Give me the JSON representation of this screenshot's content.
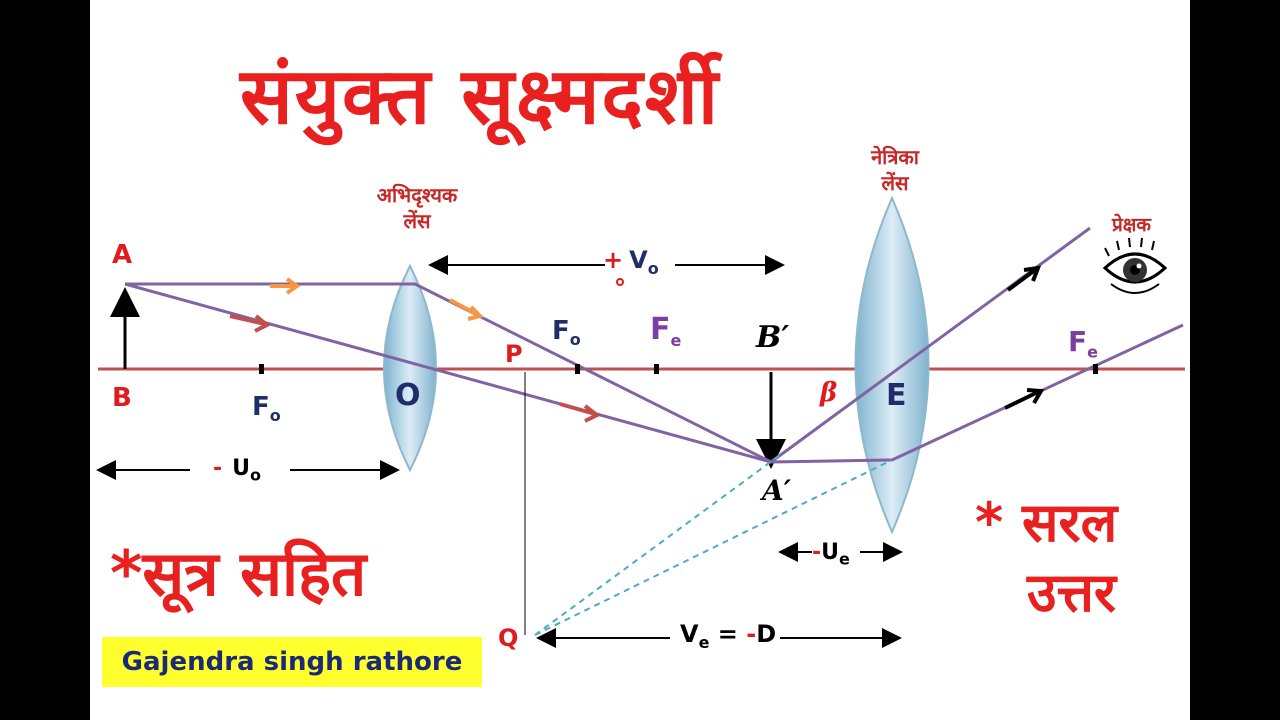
{
  "title": "संयुक्त सूक्ष्मदर्शी",
  "objective_lens_caption": [
    "अभिदृश्यक",
    "लेंस"
  ],
  "eyepiece_lens_caption": [
    "नेत्रिका",
    "लेंस"
  ],
  "observer_label": "प्रेक्षक",
  "points": {
    "A": "A",
    "B": "B",
    "O": "O",
    "P": "P",
    "Q": "Q",
    "E": "E",
    "Fo": "F",
    "Fo_sub": "o",
    "Fe": "F",
    "Fe_sub": "e",
    "B_prime": "B′",
    "A_prime": "A′",
    "beta": "β"
  },
  "distances": {
    "vo_sign": "+",
    "vo": "V",
    "vo_sub": "o",
    "uo_sign": "-",
    "uo": "U",
    "uo_sub": "o",
    "ue_sign": "-",
    "ue": "U",
    "ue_sub": "e",
    "ve": "V",
    "ve_sub": "e",
    "ve_rest": " = ",
    "ve_sign": "-",
    "ve_D": "D"
  },
  "formula_text": "*सूत्र सहित",
  "simple_answer": [
    "* सरल",
    "उत्तर"
  ],
  "author": "Gajendra singh rathore",
  "colors": {
    "title": "#e8201f",
    "axis": "#c0504d",
    "ray": "#8064a2",
    "dashed": "#4bacc6",
    "arrow_orange": "#f79646",
    "arrow_red": "#c0504d",
    "author_bg": "#ffff2e",
    "author_text": "#1b2a78"
  }
}
